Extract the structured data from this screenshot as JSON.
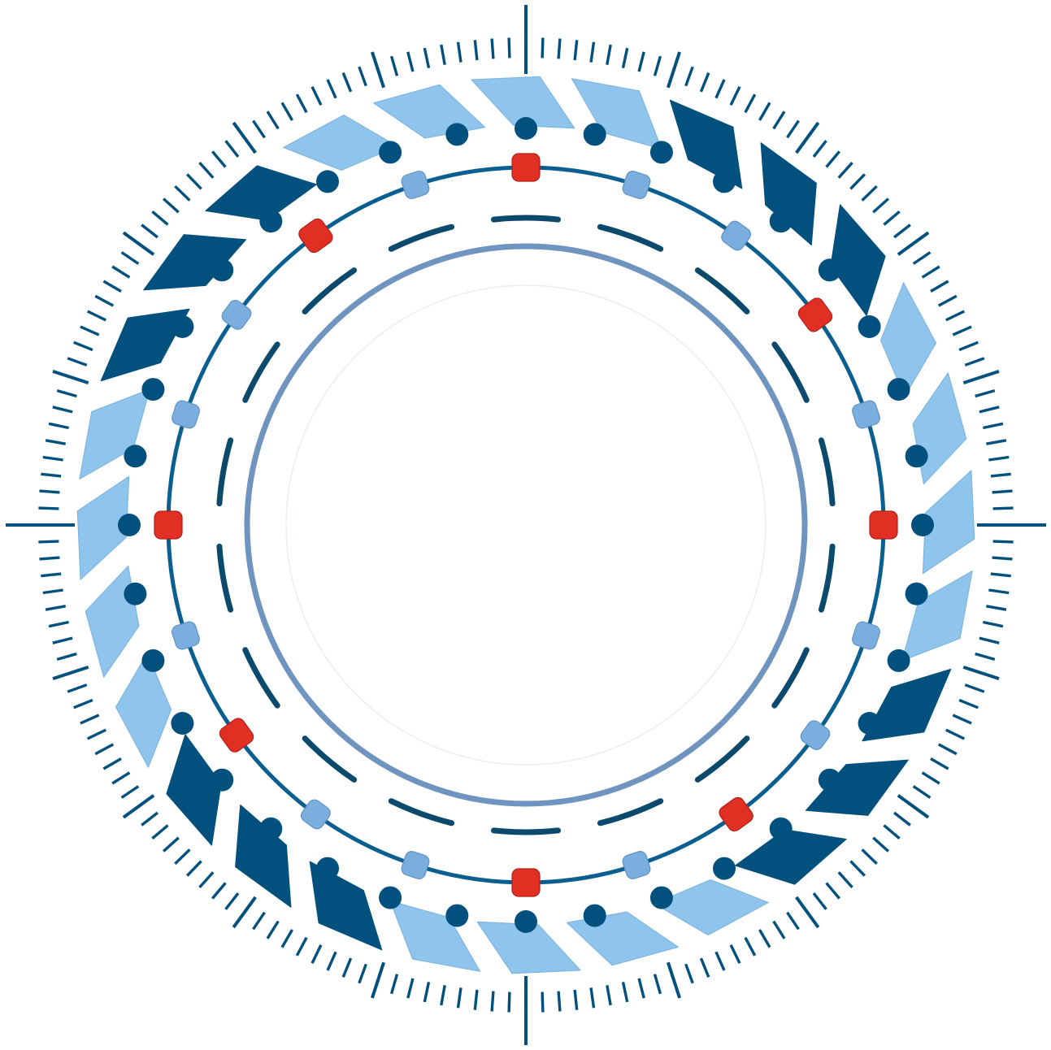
{
  "colors": {
    "background": "#ffffff",
    "dark_blue": "#02507d",
    "ring_blue": "#0a5f90",
    "light_blue": "#8fc5ec",
    "medium_blue": "#7aaedf",
    "red": "#e12f23",
    "inner_ring": "#6f94bf"
  },
  "counts": {
    "outer_ticks": 180,
    "parallelogram_segments": 28,
    "dot_markers": 36,
    "ring_nodes": 20,
    "dash_segments": 18
  },
  "segment_pattern": [
    "light",
    "light",
    "dark",
    "dark",
    "dark",
    "light",
    "light"
  ],
  "node_pattern": [
    "red",
    "light",
    "light",
    "red",
    "light"
  ]
}
